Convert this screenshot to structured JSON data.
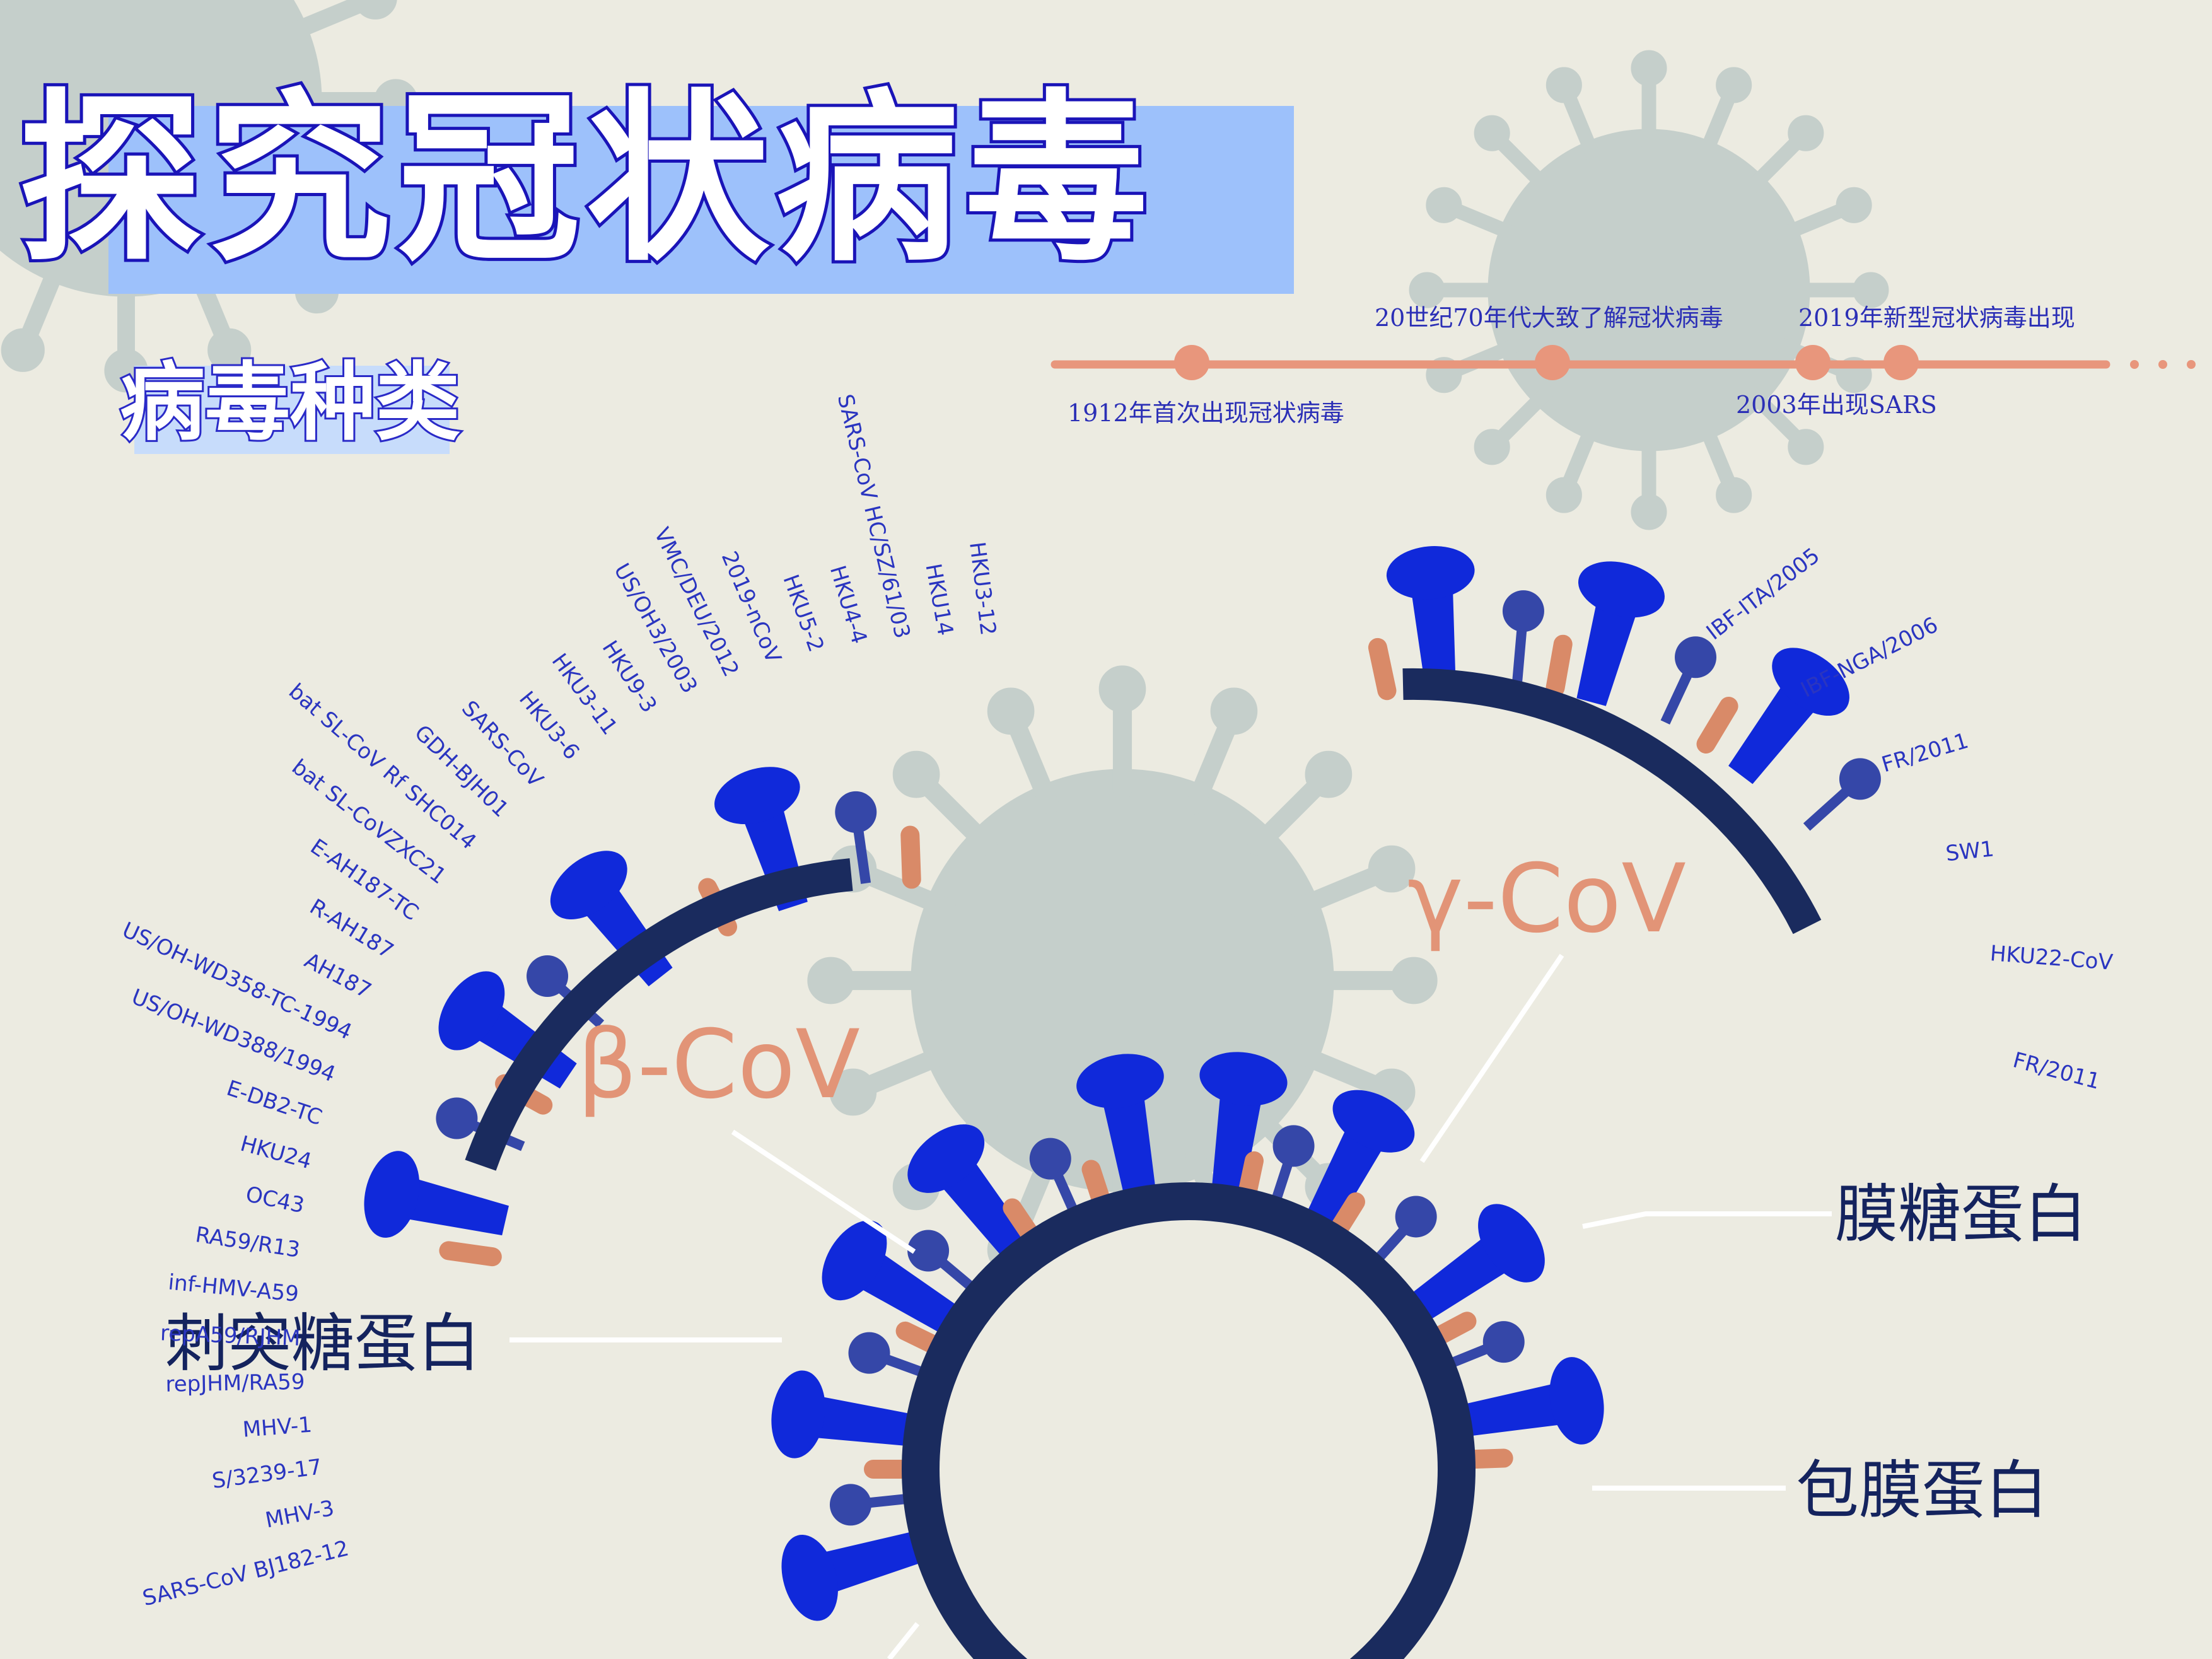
{
  "header": {
    "title": "探究冠状病毒",
    "subtitle": "病毒种类"
  },
  "timeline": {
    "events": [
      {
        "label": "1912年首次出现冠状病毒",
        "year": 1912
      },
      {
        "label": "20世纪70年代大致了解冠状病毒",
        "year": 1970
      },
      {
        "label": "2003年出现SARS",
        "year": 2003
      },
      {
        "label": "2019年新型冠状病毒出现",
        "year": 2019
      }
    ]
  },
  "beta_cov": {
    "label": "β-CoV",
    "strains": [
      "HKU3-12",
      "HKU14",
      "SARS-CoV HC/SZ/61/03",
      "HKU4-4",
      "HKU5-2",
      "2019-nCoV",
      "VMC/DEU/2012",
      "US/OH3/2003",
      "HKU9-3",
      "HKU3-11",
      "HKU3-6",
      "SARS-CoV",
      "GDH-BJH01",
      "bat SL-CoV Rf SHC014",
      "bat SL-CoVZXC21",
      "E-AH187-TC",
      "R-AH187",
      "AH187",
      "US/OH-WD358-TC-1994",
      "US/OH-WD388/1994",
      "E-DB2-TC",
      "HKU24",
      "OC43",
      "RA59/R13",
      "inf-HMV-A59",
      "repA59/RJHM",
      "repJHM/RA59",
      "MHV-1",
      "S/3239-17",
      "MHV-3",
      "SARS-CoV BJ182-12"
    ]
  },
  "gamma_cov": {
    "label": "γ-CoV",
    "strains": [
      "IBF-ITA/2005",
      "IBF-NGA/2006",
      "FR/2011",
      "SW1",
      "HKU22-CoV",
      "FR/2011"
    ]
  },
  "proteins": {
    "spike": "刺突糖蛋白",
    "membrane": "膜糖蛋白",
    "envelope": "包膜蛋白"
  },
  "colors": {
    "background": "#ecebe1",
    "shadow_virus": "#c5cfcb",
    "title_box": "#9dc1fb",
    "spike_blue": "#1029da",
    "membrane_blue": "#3547a8",
    "envelope_orange": "#d98a68",
    "capsid_navy": "#1a2b5e",
    "timeline": "#e8967c",
    "label_blue": "#2b2fb6"
  }
}
